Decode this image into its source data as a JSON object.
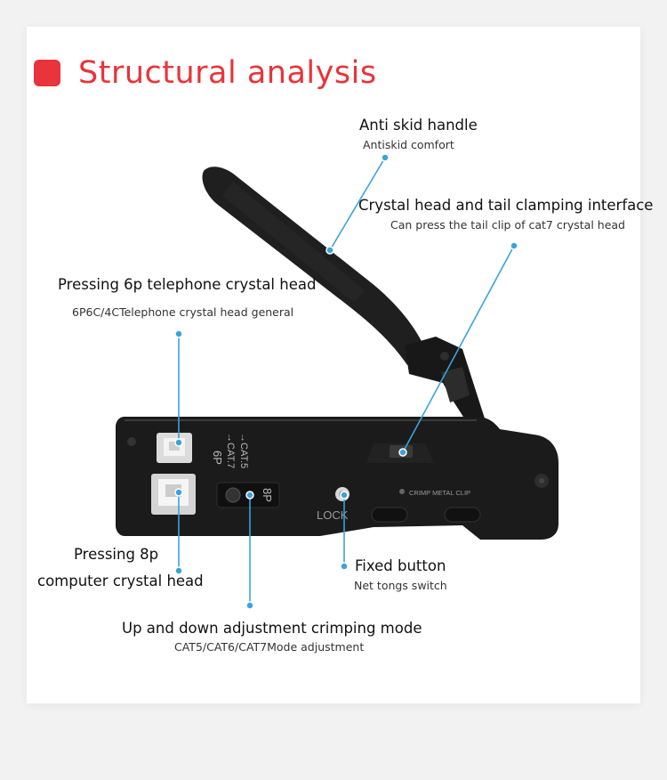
{
  "title": "Structural analysis",
  "colors": {
    "accent": "#e8343a",
    "leader_line": "#3aa3dc",
    "tool_body": "#1b1b1b"
  },
  "callouts": {
    "anti_skid": {
      "label": "Anti skid handle",
      "sub": "Antiskid comfort"
    },
    "crystal_tail": {
      "label": "Crystal head and tail clamping interface",
      "sub": "Can press the tail clip of cat7 crystal head"
    },
    "press_6p": {
      "label": "Pressing 6p telephone crystal head",
      "sub": "6P6C/4CTelephone crystal head general"
    },
    "press_8p": {
      "label_line1": "Pressing 8p",
      "label_line2": "computer crystal head"
    },
    "fixed_button": {
      "label": "Fixed button",
      "sub": "Net tongs switch"
    },
    "adjustment": {
      "label": "Up and down adjustment crimping mode",
      "sub": "CAT5/CAT6/CAT7Mode adjustment"
    }
  },
  "tool_markings": {
    "p6": "6P",
    "cat7": "→CAT.7",
    "cat5": "→CAT.5",
    "p8": "8P",
    "lock": "LOCK",
    "crimp": "CRIMP METAL CLIP"
  }
}
